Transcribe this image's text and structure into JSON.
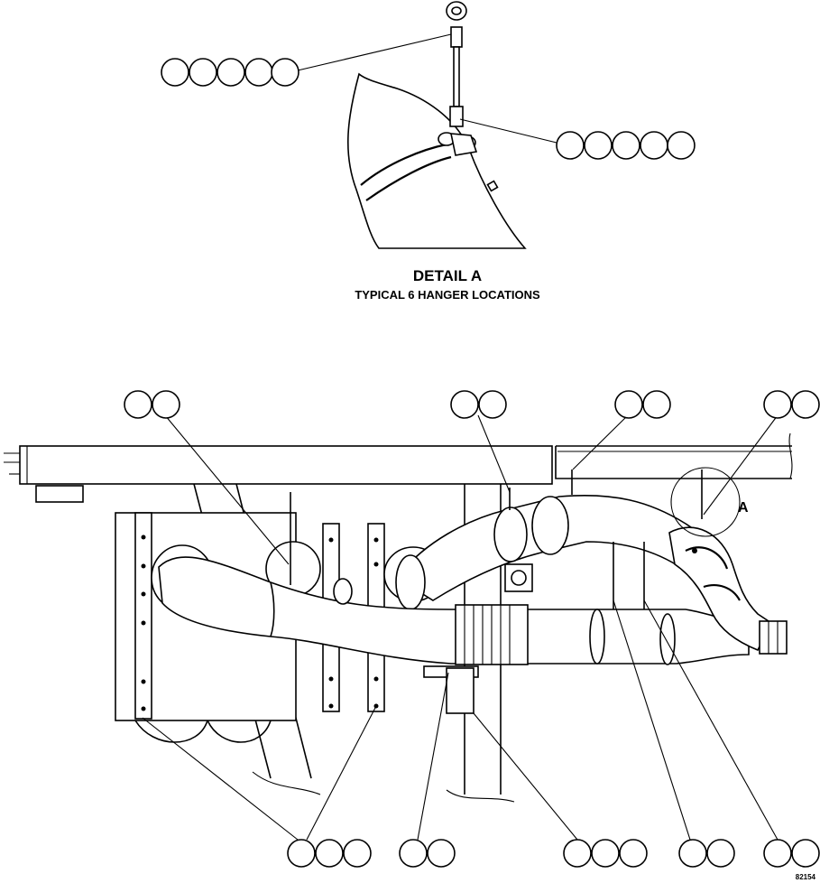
{
  "detail": {
    "title": "DETAIL A",
    "subtitle": "TYPICAL 6 HANGER LOCATIONS"
  },
  "view_callout": "A",
  "figure_id": "82154",
  "callouts": [
    {
      "id": "detail-upper-left",
      "bubbles": 5
    },
    {
      "id": "detail-right",
      "bubbles": 5
    },
    {
      "id": "main-top-1",
      "bubbles": 2
    },
    {
      "id": "main-top-2",
      "bubbles": 2
    },
    {
      "id": "main-top-3",
      "bubbles": 2
    },
    {
      "id": "main-top-4",
      "bubbles": 2
    },
    {
      "id": "main-bottom-1",
      "bubbles": 3
    },
    {
      "id": "main-bottom-2",
      "bubbles": 2
    },
    {
      "id": "main-bottom-3",
      "bubbles": 3
    },
    {
      "id": "main-bottom-4",
      "bubbles": 2
    },
    {
      "id": "main-bottom-5",
      "bubbles": 2
    }
  ]
}
